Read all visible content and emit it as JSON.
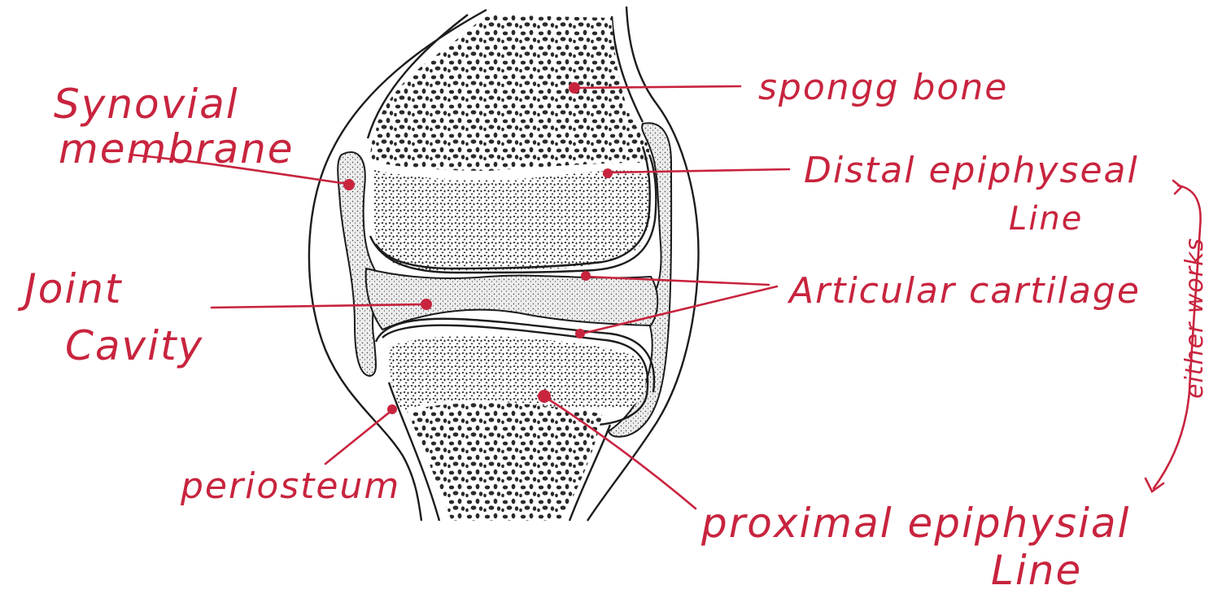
{
  "labels": {
    "spongy_bone": "spongg bone",
    "synovial_membrane_line1": "Synovial",
    "synovial_membrane_line2": "membrane",
    "distal_epiphyseal_line1": "Distal epiphyseal",
    "distal_epiphyseal_line2": "Line",
    "articular_cartilage": "Articular cartilage",
    "joint_cavity_line1": "Joint",
    "joint_cavity_line2": "Cavity",
    "periosteum": "periosteum",
    "proximal_epiphyseal_line1": "proximal epiphysial",
    "proximal_epiphyseal_line2": "Line",
    "side_note": "either works"
  },
  "colors": {
    "annotation": "#c8243e",
    "outline": "#1c1c1c",
    "bone_texture": "#2a2a2a",
    "cartilage": "#e9e9e9"
  }
}
